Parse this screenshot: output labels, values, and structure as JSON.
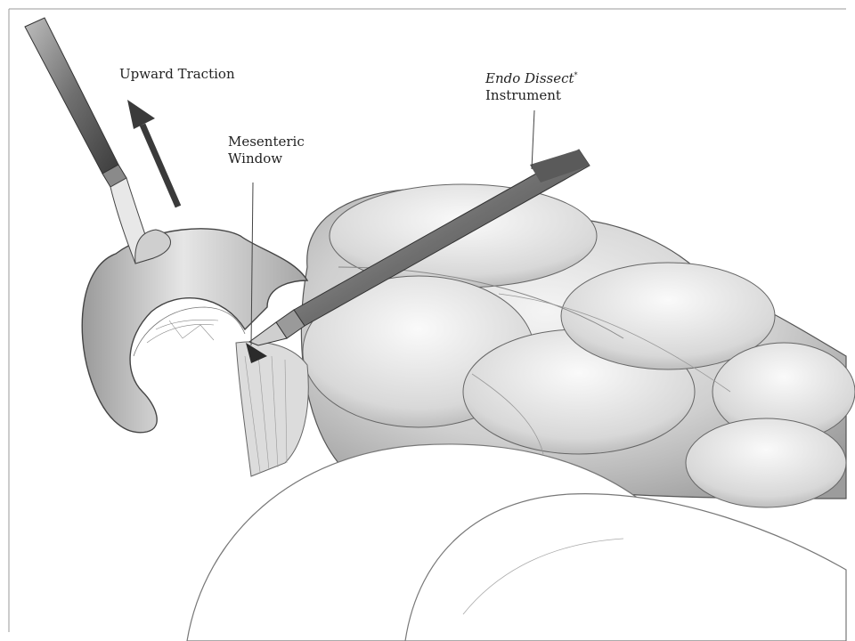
{
  "labels": {
    "upward_traction": "Upward Traction",
    "mesenteric_window_line1": "Mesenteric",
    "mesenteric_window_line2": "Window",
    "instrument_name": "Endo Dissect",
    "instrument_trademark": "*",
    "instrument_line2": "Instrument"
  },
  "colors": {
    "ink": "#2a2a2a",
    "tissue": "#d9d9d9",
    "arrow": "#3a3a3a"
  }
}
